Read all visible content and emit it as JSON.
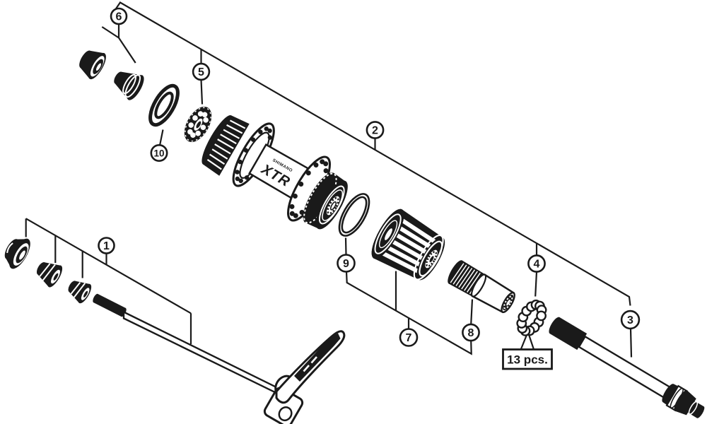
{
  "diagram": {
    "background": "#ffffff",
    "line_color": "#1a1a1a",
    "hub_markings": {
      "brand": "SHIMANO",
      "model": "XTR"
    },
    "note": {
      "label": "13 pcs."
    },
    "callouts": [
      "1",
      "2",
      "3",
      "4",
      "5",
      "6",
      "7",
      "8",
      "9",
      "10"
    ]
  }
}
